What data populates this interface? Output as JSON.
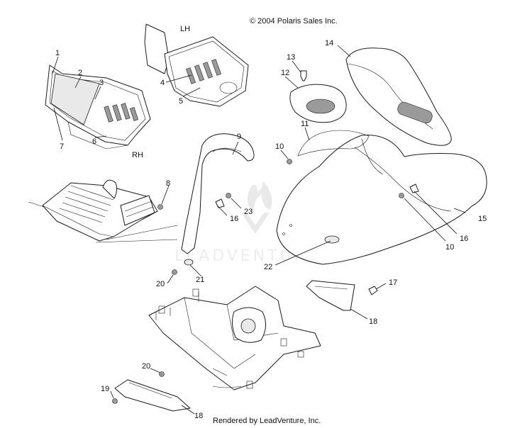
{
  "copyright": "© 2004 Polaris Sales Inc.",
  "footer": "Rendered by LeadVenture, Inc.",
  "watermark": "LEADVENTURE",
  "side_labels": {
    "lh": "LH",
    "rh": "RH"
  },
  "callouts": {
    "c1": "1",
    "c2": "2",
    "c3": "3",
    "c4": "4",
    "c5": "5",
    "c6": "6",
    "c7": "7",
    "c8": "8",
    "c9": "9",
    "c10a": "10",
    "c10b": "10",
    "c11": "11",
    "c12": "12",
    "c13": "13",
    "c14": "14",
    "c15": "15",
    "c16a": "16",
    "c16b": "16",
    "c17": "17",
    "c18a": "18",
    "c18b": "18",
    "c19": "19",
    "c20a": "20",
    "c20b": "20",
    "c21": "21",
    "c22": "22",
    "c23": "23"
  }
}
